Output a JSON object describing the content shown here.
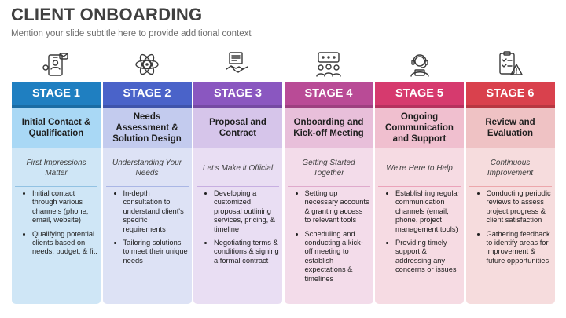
{
  "title": "CLIENT ONBOARDING",
  "subtitle": "Mention your slide subtitle here to provide additional context",
  "stages": [
    {
      "label": "STAGE 1",
      "heading": "Initial Contact & Qualification",
      "tagline": "First Impressions Matter",
      "bullets": [
        "Initial contact through various channels (phone, email, website)",
        "Qualifying potential clients based on needs, budget, & fit."
      ],
      "icon": "phone-contact-icon",
      "color": "#1f7fc1",
      "light": "#cfe6f6",
      "head_bg": "#a9d8f5"
    },
    {
      "label": "STAGE 2",
      "heading": "Needs Assessment & Solution Design",
      "tagline": "Understanding Your Needs",
      "bullets": [
        "In-depth consultation to understand client's specific requirements",
        "Tailoring solutions to meet their unique needs"
      ],
      "icon": "gear-atom-icon",
      "color": "#4a63c9",
      "light": "#dde2f5",
      "head_bg": "#c3cbee"
    },
    {
      "label": "STAGE 3",
      "heading": "Proposal and Contract",
      "tagline": "Let's Make it Official",
      "bullets": [
        "Developing a customized proposal outlining services, pricing, & timeline",
        "Negotiating terms & conditions & signing a formal contract"
      ],
      "icon": "handshake-document-icon",
      "color": "#8a57c0",
      "light": "#e9def3",
      "head_bg": "#d6c5ea"
    },
    {
      "label": "STAGE 4",
      "heading": "Onboarding and Kick-off Meeting",
      "tagline": "Getting Started Together",
      "bullets": [
        "Setting up necessary accounts & granting access to relevant tools",
        "Scheduling and conducting a kick-off meeting to establish expectations & timelines"
      ],
      "icon": "team-meeting-icon",
      "color": "#b94b96",
      "light": "#f3dcea",
      "head_bg": "#e8bfda"
    },
    {
      "label": "STAGE 5",
      "heading": "Ongoing Communication and Support",
      "tagline": "We're Here to Help",
      "bullets": [
        "Establishing regular communication channels (email, phone, project management tools)",
        "Providing timely support & addressing any concerns or issues"
      ],
      "icon": "support-agent-icon",
      "color": "#d63a6e",
      "light": "#f6dbe3",
      "head_bg": "#f0bfcf"
    },
    {
      "label": "STAGE 6",
      "heading": "Review and Evaluation",
      "tagline": "Continuous Improvement",
      "bullets": [
        "Conducting periodic reviews to assess project progress & client satisfaction",
        "Gathering feedback to identify areas for improvement & future opportunities"
      ],
      "icon": "checklist-warning-icon",
      "color": "#d9414d",
      "light": "#f6dcdd",
      "head_bg": "#efc2c4"
    }
  ]
}
